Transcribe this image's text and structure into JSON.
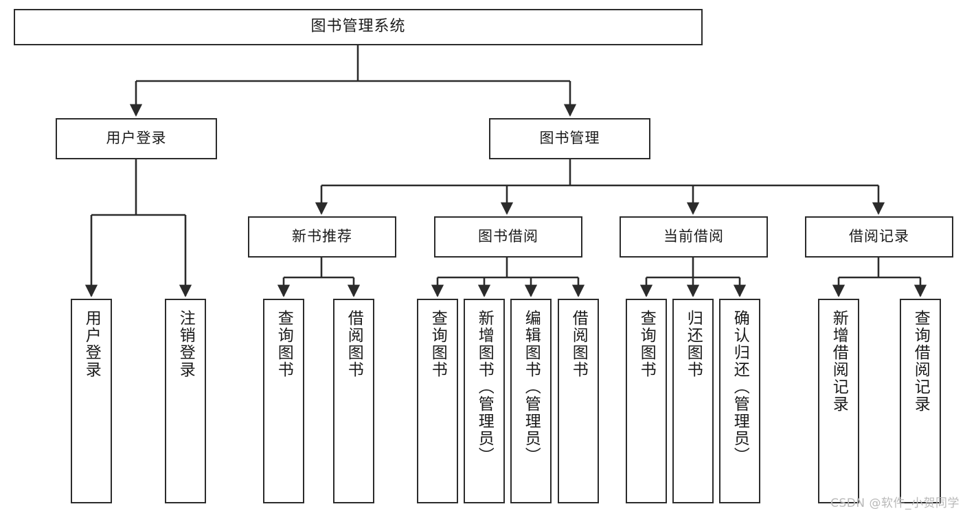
{
  "diagram": {
    "title": "图书管理系统",
    "type": "tree-hierarchy-chart",
    "colors": {
      "box_border": "#2b2b2b",
      "box_fill": "#ffffff",
      "connector": "#2b2b2b",
      "text": "#1a1a1a",
      "watermark": "#b9b9b9",
      "background": "#ffffff"
    }
  },
  "root": {
    "label": "图书管理系统"
  },
  "level2": [
    {
      "label": "用户登录"
    },
    {
      "label": "图书管理"
    }
  ],
  "user_login_children": [
    {
      "label": "用户登录"
    },
    {
      "label": "注销登录"
    }
  ],
  "level3": [
    {
      "label": "新书推荐"
    },
    {
      "label": "图书借阅"
    },
    {
      "label": "当前借阅"
    },
    {
      "label": "借阅记录"
    }
  ],
  "new_book_children": [
    {
      "label": "查询图书"
    },
    {
      "label": "借阅图书"
    }
  ],
  "borrow_children": [
    {
      "label": "查询图书"
    },
    {
      "label": "新增图书（管理员）"
    },
    {
      "label": "编辑图书（管理员）"
    },
    {
      "label": "借阅图书"
    }
  ],
  "current_borrow_children": [
    {
      "label": "查询图书"
    },
    {
      "label": "归还图书"
    },
    {
      "label": "确认归还（管理员）"
    }
  ],
  "record_children": [
    {
      "label": "新增借阅记录"
    },
    {
      "label": "查询借阅记录"
    }
  ],
  "watermark": {
    "text": "CSDN @软件_小贺同学"
  }
}
